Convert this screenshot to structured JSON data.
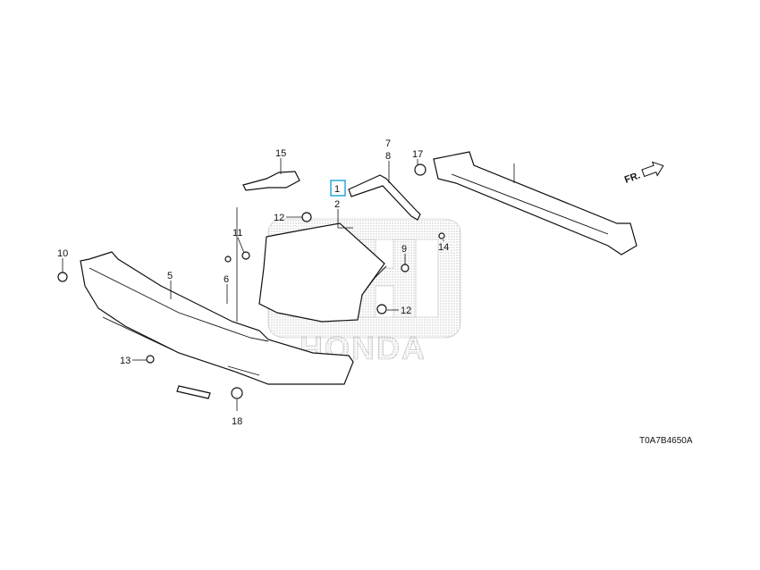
{
  "diagram": {
    "code": "T0A7B4650A",
    "direction_marker": "FR.",
    "watermark": "HONDA",
    "highlight_color": "#29a8d8",
    "highlighted_part": "1",
    "callouts": {
      "p1": "1",
      "p2": "2",
      "p5": "5",
      "p6": "6",
      "p7": "7",
      "p8": "8",
      "p9": "9",
      "p10": "10",
      "p11": "11",
      "p12a": "12",
      "p12b": "12",
      "p13": "13",
      "p14": "14",
      "p15": "15",
      "p17": "17",
      "p18": "18"
    }
  }
}
